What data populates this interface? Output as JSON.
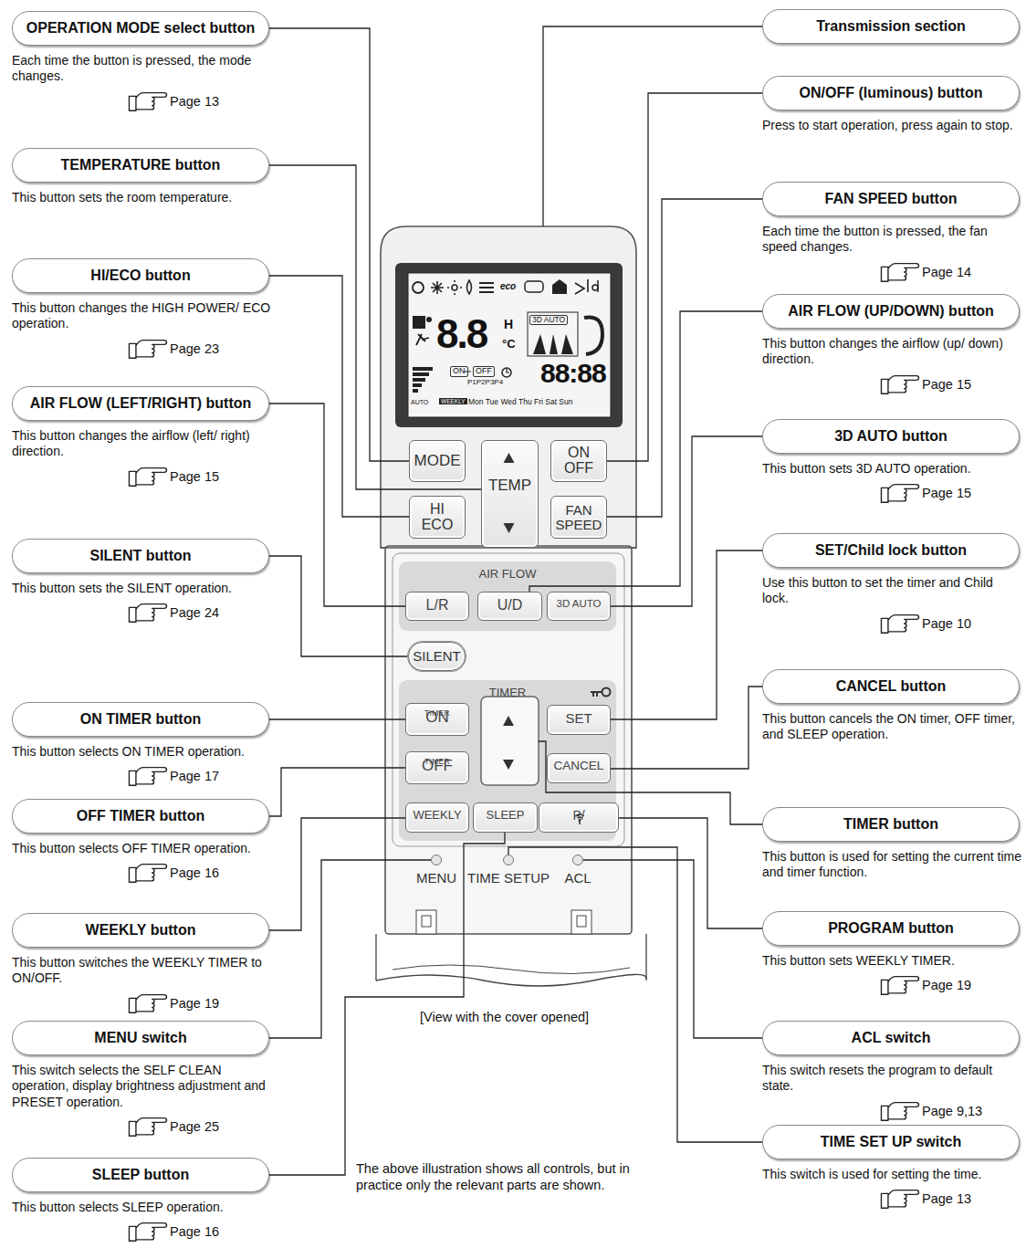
{
  "diagram": {
    "nodes": [
      {
        "text": [
          "OPERATION MODE select button",
          "Each time the button is pressed, the mode changes.",
          "Page 13"
        ]
      },
      {
        "text": [
          "TEMPERATURE button",
          "This button sets the room temperature."
        ]
      },
      {
        "text": [
          "HI/ECO button",
          "This button changes the HIGH POWER/ ECO operation.",
          "Page 23"
        ]
      },
      {
        "text": [
          "AIR FLOW (LEFT/RIGHT) button",
          "This button changes the airflow (left/ right) direction.",
          "Page 15"
        ]
      },
      {
        "text": [
          "SILENT button",
          "This button sets the SILENT operation.",
          "Page 24"
        ]
      },
      {
        "text": [
          "ON TIMER button",
          "This button selects ON TIMER operation.",
          "Page 17"
        ]
      },
      {
        "text": [
          "OFF TIMER button",
          "This button selects OFF TIMER operation.",
          "Page 16"
        ]
      },
      {
        "text": [
          "WEEKLY button",
          "This button switches the WEEKLY TIMER to ON/OFF.",
          "Page 19"
        ]
      },
      {
        "text": [
          "MENU switch",
          "This switch selects the SELF CLEAN operation, display brightness adjustment and PRESET operation.",
          "Page 25"
        ]
      },
      {
        "text": [
          "SLEEP button",
          "This button selects SLEEP operation.",
          "Page 16"
        ]
      },
      {
        "text": [
          "Transmission section"
        ]
      },
      {
        "text": [
          "ON/OFF (luminous) button",
          "Press to start operation, press again to stop."
        ]
      },
      {
        "text": [
          "FAN SPEED button",
          "Each time the button is pressed, the fan speed changes.",
          "Page 14"
        ]
      },
      {
        "text": [
          "AIR FLOW (UP/DOWN) button",
          "This button changes the airflow (up/ down) direction.",
          "Page 15"
        ]
      },
      {
        "text": [
          "3D AUTO button",
          "This button sets 3D AUTO operation.",
          "Page 15"
        ]
      },
      {
        "text": [
          "SET/Child lock button",
          "Use this button to set the timer and Child lock.",
          "Page 10"
        ]
      },
      {
        "text": [
          "CANCEL button",
          "This button cancels the ON timer, OFF timer, and SLEEP operation."
        ]
      },
      {
        "text": [
          "TIMER button",
          "This button is used for setting the current time and timer function."
        ]
      },
      {
        "text": [
          "PROGRAM button",
          "This button sets WEEKLY TIMER.",
          "Page 19"
        ]
      },
      {
        "text": [
          "ACL switch",
          "This switch resets the program to default state.",
          "Page 9,13"
        ]
      },
      {
        "text": [
          "TIME SET UP switch",
          "This switch is used for setting the time.",
          "Page 13"
        ]
      },
      {
        "text": [
          "MODE"
        ]
      },
      {
        "text": [
          "TEMP"
        ]
      },
      {
        "text": [
          "ON OFF"
        ]
      },
      {
        "text": [
          "HI ECO"
        ]
      },
      {
        "text": [
          "FAN SPEED"
        ]
      },
      {
        "text": [
          "AIR FLOW"
        ]
      },
      {
        "text": [
          "L/R"
        ],
        "in": 26
      },
      {
        "text": [
          "U/D"
        ],
        "in": 26
      },
      {
        "text": [
          "3D AUTO"
        ],
        "in": 26
      },
      {
        "text": [
          "SILENT"
        ]
      },
      {
        "text": [
          "TIMER"
        ]
      },
      {
        "text": [
          "ON",
          "TIMER"
        ],
        "in": 31
      },
      {
        "text": [
          "OFF",
          "TIMER"
        ],
        "in": 31
      },
      {
        "text": [
          "SET"
        ],
        "in": 31
      },
      {
        "text": [
          "CANCEL"
        ],
        "in": 31
      },
      {
        "text": [
          "WEEKLY"
        ],
        "in": 31
      },
      {
        "text": [
          "SLEEP"
        ],
        "in": 31
      },
      {
        "text": [
          "P/"
        ],
        "in": 31
      },
      {
        "text": [
          "MENU"
        ]
      },
      {
        "text": [
          "TIME SETUP"
        ]
      },
      {
        "text": [
          "ACL"
        ]
      }
    ],
    "edges": [
      {
        "from": 0,
        "to": 21,
        "arrow": "none"
      },
      {
        "from": 1,
        "to": 22,
        "arrow": "none"
      },
      {
        "from": 2,
        "to": 24,
        "arrow": "none"
      },
      {
        "from": 3,
        "to": 27,
        "arrow": "none"
      },
      {
        "from": 4,
        "to": 30,
        "arrow": "none"
      },
      {
        "from": 5,
        "to": 32,
        "arrow": "none"
      },
      {
        "from": 6,
        "to": 33,
        "arrow": "none"
      },
      {
        "from": 7,
        "to": 36,
        "arrow": "none"
      },
      {
        "from": 8,
        "to": 39,
        "arrow": "none"
      },
      {
        "from": 9,
        "to": 37,
        "arrow": "none"
      },
      {
        "from": 11,
        "to": 23,
        "arrow": "none"
      },
      {
        "from": 12,
        "to": 25,
        "arrow": "none"
      },
      {
        "from": 13,
        "to": 28,
        "arrow": "none"
      },
      {
        "from": 14,
        "to": 29,
        "arrow": "none"
      },
      {
        "from": 15,
        "to": 34,
        "arrow": "none"
      },
      {
        "from": 16,
        "to": 35,
        "arrow": "none"
      },
      {
        "from": 18,
        "to": 38,
        "arrow": "none"
      },
      {
        "from": 19,
        "to": 41,
        "arrow": "none"
      },
      {
        "from": 20,
        "to": 40,
        "arrow": "none"
      }
    ],
    "labels": [
      "8.8",
      "H",
      "°C",
      "3D AUTO",
      "ON",
      "OFF",
      "88:88",
      "P1P2P3P4",
      "AUTO",
      "WEEKLY",
      "Mon Tue Wed Thu Fri Sat Sun",
      "eco",
      "[View with the cover opened]",
      "The above illustration shows all controls, but in practice only the relevant parts are shown."
    ]
  }
}
